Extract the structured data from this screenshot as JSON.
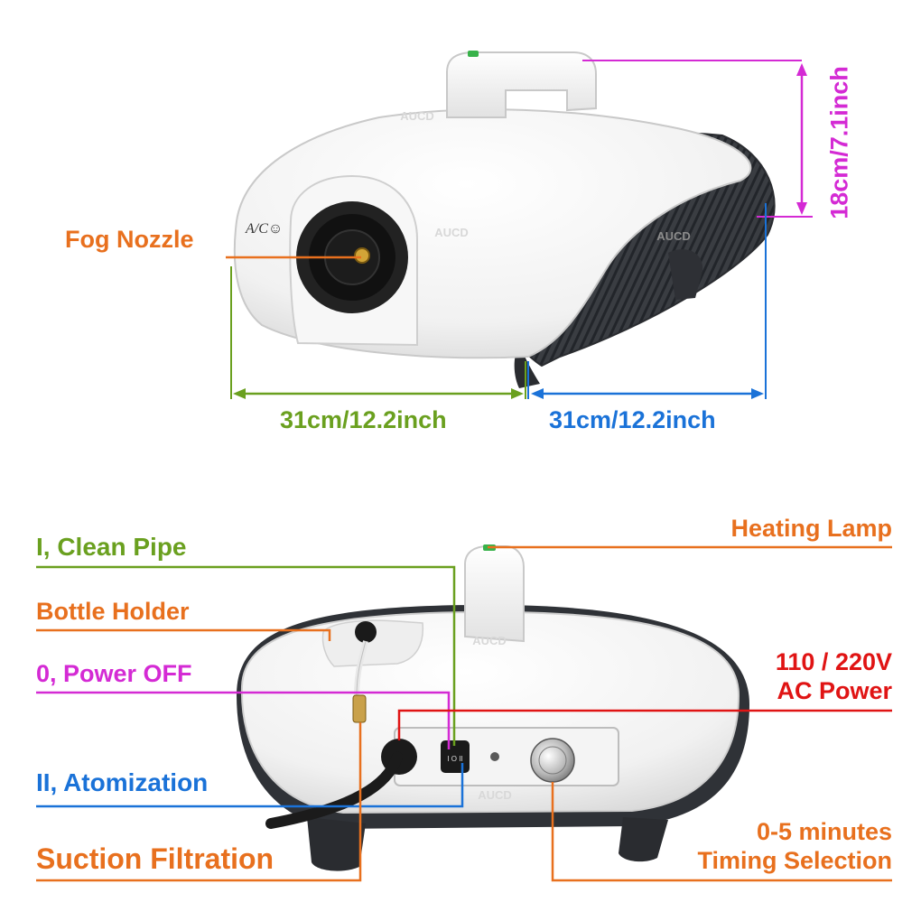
{
  "colors": {
    "orange": "#e8701e",
    "green": "#6aa01f",
    "blue": "#1a72d8",
    "magenta": "#d42ad4",
    "red": "#e01414",
    "body": "#f4f4f4",
    "vent": "#3c3f44"
  },
  "brand": {
    "watermark": "AUCD",
    "logo": "AUCD"
  },
  "top_view": {
    "fog_nozzle": "Fog Nozzle",
    "height_dim": "18cm/7.1inch",
    "width_left_dim": "31cm/12.2inch",
    "width_right_dim": "31cm/12.2inch"
  },
  "back_view": {
    "clean_pipe": "I, Clean Pipe",
    "bottle_holder": "Bottle Holder",
    "power_off": "0, Power OFF",
    "atomization": "II, Atomization",
    "suction": "Suction Filtration",
    "heating_lamp": "Heating Lamp",
    "power_line1": "110 / 220V",
    "power_line2": "AC Power",
    "timing_line1": "0-5 minutes",
    "timing_line2": "Timing Selection",
    "switch_text": "I O II"
  }
}
